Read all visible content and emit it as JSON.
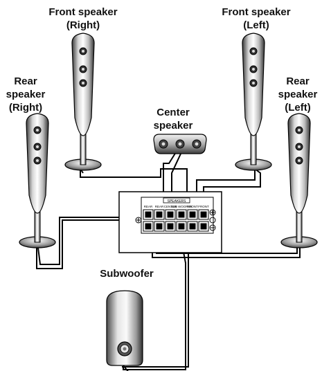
{
  "labels": {
    "front_right": [
      "Front speaker",
      "(Right)"
    ],
    "front_left": [
      "Front speaker",
      "(Left)"
    ],
    "rear_right": [
      "Rear",
      "speaker",
      "(Right)"
    ],
    "rear_left": [
      "Rear",
      "speaker",
      "(Left)"
    ],
    "center": [
      "Center",
      "speaker"
    ],
    "subwoofer": [
      "Subwoofer"
    ]
  },
  "receiver": {
    "panel_title": "SPEAKERS",
    "terminal_labels": [
      "REAR",
      "REAR",
      "CENTER",
      "SUB WOOFER",
      "FRONT",
      "FRONT"
    ]
  }
}
